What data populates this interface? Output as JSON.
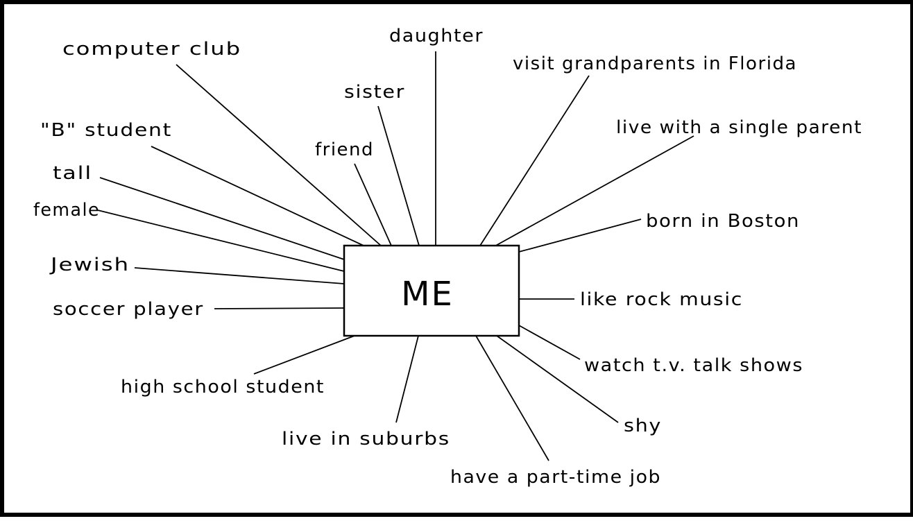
{
  "diagram": {
    "center": "ME",
    "attributes": [
      "computer club",
      "daughter",
      "visit grandparents in Florida",
      "sister",
      "\"B\" student",
      "live with a single parent",
      "friend",
      "tall",
      "female",
      "born in Boston",
      "Jewish",
      "like rock music",
      "soccer player",
      "watch t.v. talk shows",
      "high school student",
      "shy",
      "live in suburbs",
      "have a part-time job"
    ]
  }
}
